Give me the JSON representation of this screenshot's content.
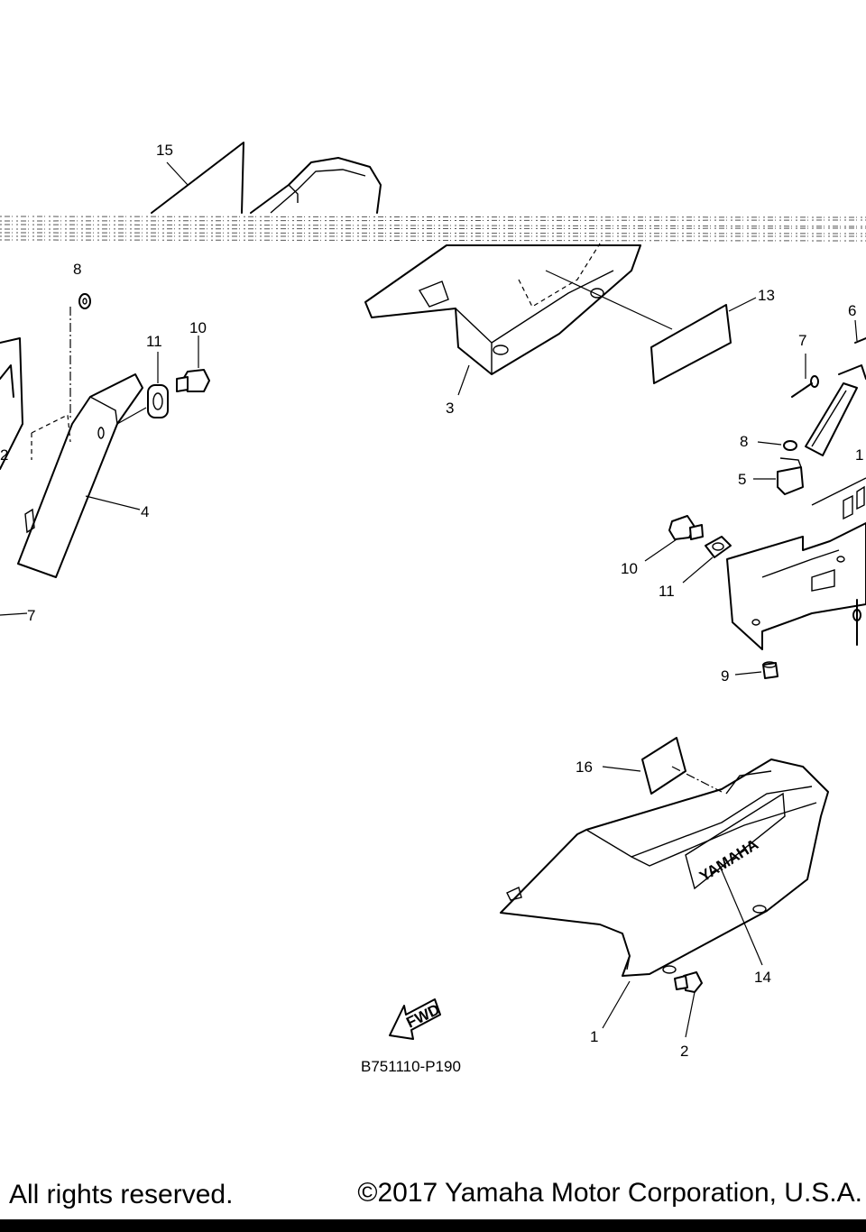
{
  "diagram": {
    "drawing_code": "B751110-P190",
    "fwd_label": "FWD",
    "brand_marking": "YAMAHA",
    "callouts": [
      {
        "id": "c15",
        "label": "15"
      },
      {
        "id": "c8a",
        "label": "8"
      },
      {
        "id": "c11a",
        "label": "11"
      },
      {
        "id": "c10a",
        "label": "10"
      },
      {
        "id": "c2a",
        "label": "2"
      },
      {
        "id": "c4",
        "label": "4"
      },
      {
        "id": "c7a",
        "label": "7"
      },
      {
        "id": "c3",
        "label": "3"
      },
      {
        "id": "c13",
        "label": "13"
      },
      {
        "id": "c6",
        "label": "6"
      },
      {
        "id": "c7b",
        "label": "7"
      },
      {
        "id": "c1b",
        "label": "1"
      },
      {
        "id": "c8b",
        "label": "8"
      },
      {
        "id": "c5",
        "label": "5"
      },
      {
        "id": "c10b",
        "label": "10"
      },
      {
        "id": "c11b",
        "label": "11"
      },
      {
        "id": "c9",
        "label": "9"
      },
      {
        "id": "c16",
        "label": "16"
      },
      {
        "id": "c14",
        "label": "14"
      },
      {
        "id": "c1",
        "label": "1"
      },
      {
        "id": "c2b",
        "label": "2"
      }
    ]
  },
  "footer": {
    "rights": "All rights reserved.",
    "copyright": "©2017 Yamaha Motor Corporation, U.S.A."
  }
}
